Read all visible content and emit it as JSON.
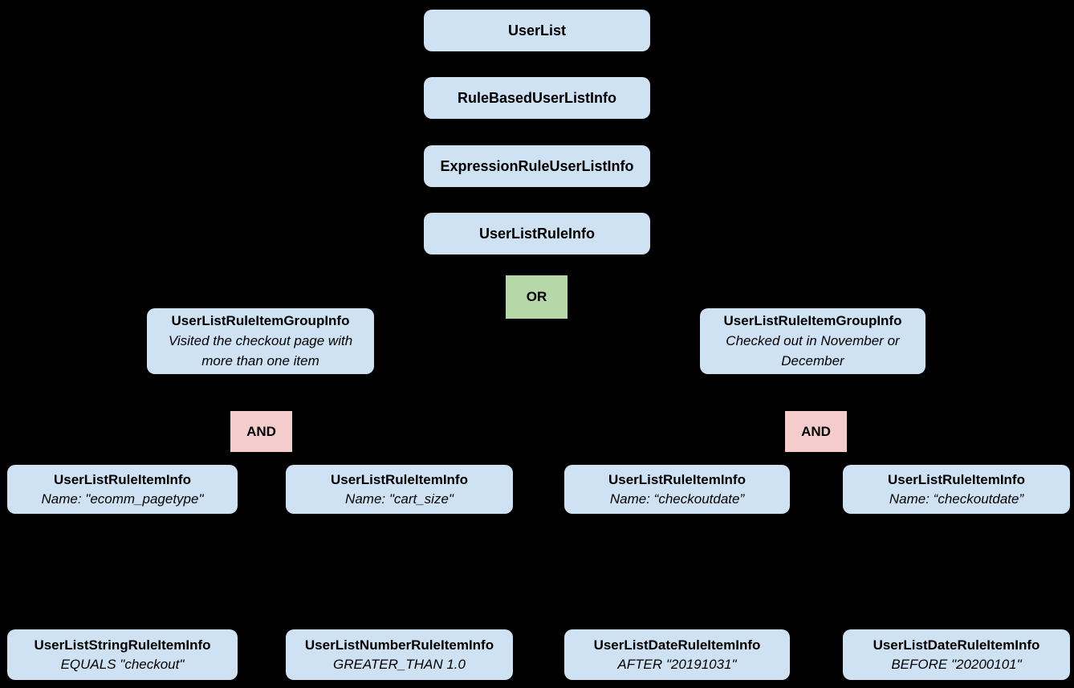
{
  "diagram": {
    "background_color": "#000000",
    "node_fill_color": "#cfe2f3",
    "or_fill_color": "#b6d7a8",
    "and_fill_color": "#f4cccc",
    "text_color": "#000000",
    "chain": [
      {
        "title": "UserList"
      },
      {
        "title": "RuleBasedUserListInfo"
      },
      {
        "title": "ExpressionRuleUserListInfo"
      },
      {
        "title": "UserListRuleInfo"
      }
    ],
    "or_operator": {
      "label": "OR"
    },
    "groups": [
      {
        "title": "UserListRuleItemGroupInfo",
        "description": "Visited the checkout page with more than one item"
      },
      {
        "title": "UserListRuleItemGroupInfo",
        "description": "Checked out in November or December"
      }
    ],
    "and_operators": [
      {
        "label": "AND"
      },
      {
        "label": "AND"
      }
    ],
    "items": [
      {
        "title": "UserListRuleItemInfo",
        "description": "Name: \"ecomm_pagetype\""
      },
      {
        "title": "UserListRuleItemInfo",
        "description": "Name: \"cart_size\""
      },
      {
        "title": "UserListRuleItemInfo",
        "description": "Name: “checkoutdate”"
      },
      {
        "title": "UserListRuleItemInfo",
        "description": "Name: “checkoutdate”"
      }
    ],
    "leaves": [
      {
        "title": "UserListStringRuleItemInfo",
        "description": "EQUALS \"checkout\""
      },
      {
        "title": "UserListNumberRuleItemInfo",
        "description": "GREATER_THAN 1.0"
      },
      {
        "title": "UserListDateRuleItemInfo",
        "description": "AFTER \"20191031\""
      },
      {
        "title": "UserListDateRuleItemInfo",
        "description": "BEFORE \"20200101\""
      }
    ]
  }
}
